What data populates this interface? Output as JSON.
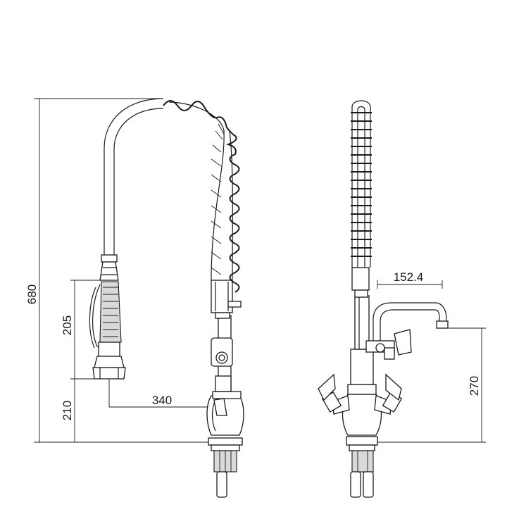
{
  "dimensions": {
    "overall_height": "680",
    "handle_height": "205",
    "base_to_handle": "210",
    "reach": "340",
    "spout_reach": "152.4",
    "spout_height": "270"
  }
}
